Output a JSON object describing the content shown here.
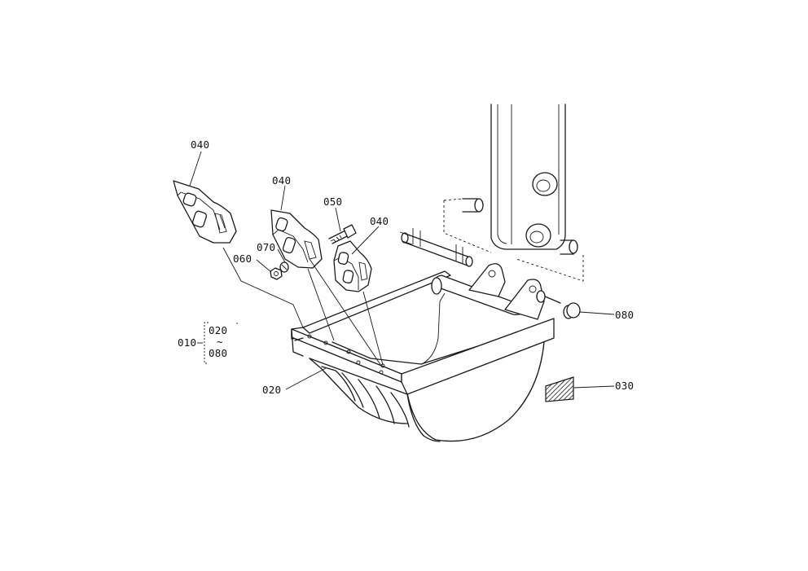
{
  "labels": {
    "tooth_left": "040",
    "tooth_mid": "040",
    "tooth_right": "040",
    "bolt": "050",
    "lock_washer": "070",
    "nut": "060",
    "assembly": "010",
    "range_start": "020",
    "range_sep": "~",
    "range_end": "080",
    "bucket": "020",
    "bushing": "080",
    "plate": "030"
  },
  "icons": {
    "tooth": "tooth-icon",
    "bolt": "bolt-icon",
    "nut": "nut-icon",
    "bushing": "bushing-icon",
    "plate": "hatched-plate-icon"
  },
  "colors": {
    "line": "#1a1a1a",
    "background": "#ffffff"
  }
}
